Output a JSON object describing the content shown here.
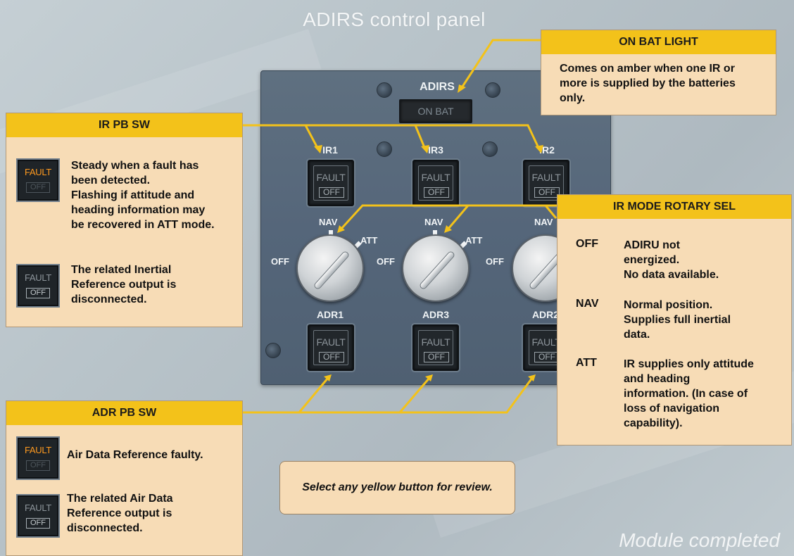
{
  "title": "ADIRS control panel",
  "footer": "Module completed",
  "hint": "Select any yellow button for review.",
  "panel": {
    "header": "ADIRS",
    "on_bat": "ON BAT",
    "ir_buttons": [
      {
        "label": "IR1",
        "fault": "FAULT",
        "off": "OFF"
      },
      {
        "label": "IR3",
        "fault": "FAULT",
        "off": "OFF"
      },
      {
        "label": "IR2",
        "fault": "FAULT",
        "off": "OFF"
      }
    ],
    "adr_buttons": [
      {
        "label": "ADR1",
        "fault": "FAULT",
        "off": "OFF"
      },
      {
        "label": "ADR3",
        "fault": "FAULT",
        "off": "OFF"
      },
      {
        "label": "ADR2",
        "fault": "FAULT",
        "off": "OFF"
      }
    ],
    "selector": {
      "off": "OFF",
      "nav": "NAV",
      "att": "ATT"
    }
  },
  "callouts": {
    "on_bat_light": {
      "head": "ON BAT LIGHT",
      "text": [
        "Comes on amber when one IR or",
        "more is supplied by the batteries",
        "only."
      ]
    },
    "ir_pb_sw": {
      "head": "IR PB SW",
      "item1": {
        "fault": "FAULT",
        "off": "OFF",
        "text": [
          "Steady when a fault has",
          "been detected.",
          "Flashing if attitude and",
          "heading information may",
          "be recovered in ATT mode."
        ]
      },
      "item2": {
        "fault": "FAULT",
        "off": "OFF",
        "text": [
          "The related Inertial",
          "Reference output is",
          "disconnected."
        ]
      }
    },
    "adr_pb_sw": {
      "head": "ADR PB SW",
      "item1": {
        "fault": "FAULT",
        "off": "OFF",
        "text": [
          "Air Data Reference faulty."
        ]
      },
      "item2": {
        "fault": "FAULT",
        "off": "OFF",
        "text": [
          "The related Air Data",
          "Reference output is",
          "disconnected."
        ]
      }
    },
    "ir_mode_rotary_sel": {
      "head": "IR MODE ROTARY SEL",
      "modes": [
        {
          "key": "OFF",
          "text": [
            "ADIRU not",
            "energized.",
            "No data available."
          ]
        },
        {
          "key": "NAV",
          "text": [
            "Normal position.",
            "Supplies full inertial",
            "data."
          ]
        },
        {
          "key": "ATT",
          "text": [
            "IR supplies only  attitude",
            "and  heading",
            "information. (In case of",
            "loss of navigation",
            "capability)."
          ]
        }
      ]
    }
  },
  "colors": {
    "callout_head": "#f3c21a",
    "callout_body": "#f7dcb6",
    "panel": "#56677a",
    "fault_amber": "#ff9a1f"
  }
}
